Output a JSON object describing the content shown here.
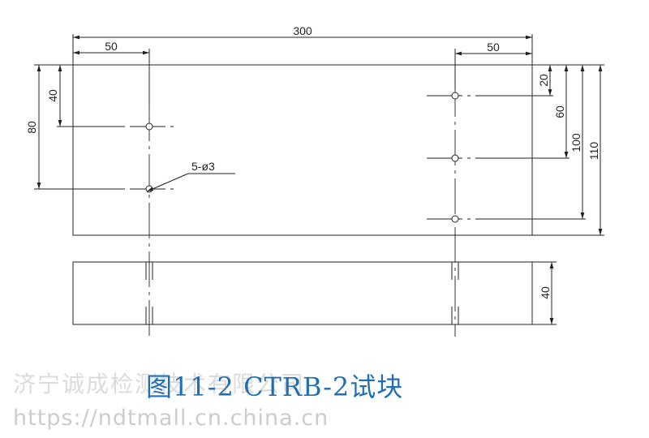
{
  "dimensions": {
    "overall_length": "300",
    "left_offset": "50",
    "right_offset": "50",
    "left_hole_depth_1": "40",
    "left_hole_depth_2": "80",
    "right_hole_depth_1": "20",
    "right_hole_depth_2": "60",
    "right_hole_depth_3": "100",
    "overall_height": "110",
    "thickness": "40"
  },
  "hole_callout": "5-ø3",
  "caption": "图11-2  CTRB-2试块",
  "watermark": {
    "company": "济宁诚成检测技术有限公司",
    "url": "https://ndtmall.cn.china.cn"
  }
}
